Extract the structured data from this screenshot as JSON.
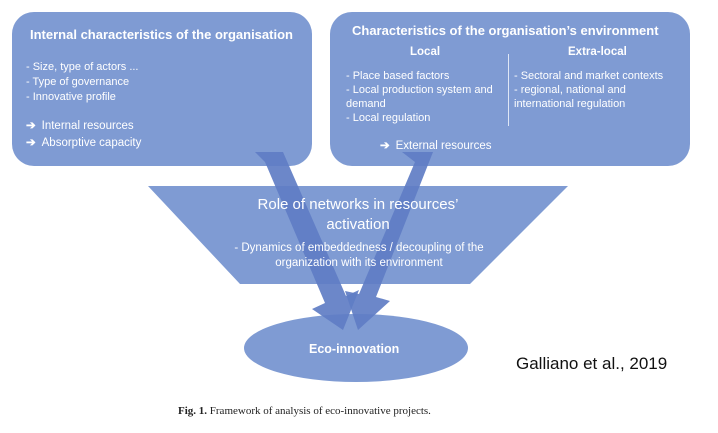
{
  "internal": {
    "title": "Internal characteristics of the organisation",
    "items": [
      "- Size, type of actors ...",
      "- Type of governance",
      "- Innovative profile"
    ],
    "resources": [
      "Internal resources",
      "Absorptive capacity"
    ]
  },
  "environment": {
    "title": "Characteristics of the organisation’s environment",
    "local": {
      "heading": "Local",
      "items": [
        "- Place based factors",
        "- Local production system and demand",
        "- Local regulation"
      ]
    },
    "extra_local": {
      "heading": "Extra-local",
      "items": [
        "- Sectoral and market contexts",
        "- regional, national and international regulation"
      ]
    },
    "resources": "External resources"
  },
  "networks": {
    "title": "Role of networks in resources’ activation",
    "description": "- Dynamics of embeddedness / decoupling of the organization with its environment"
  },
  "outcome": {
    "label": "Eco-innovation"
  },
  "citation": "Galliano et al., 2019",
  "caption": {
    "label": "Fig. 1.",
    "text": "Framework of analysis of eco-innovative projects."
  },
  "colors": {
    "box": "#7f9bd3",
    "arrow": "#5f7dc4",
    "text": "#ffffff"
  }
}
